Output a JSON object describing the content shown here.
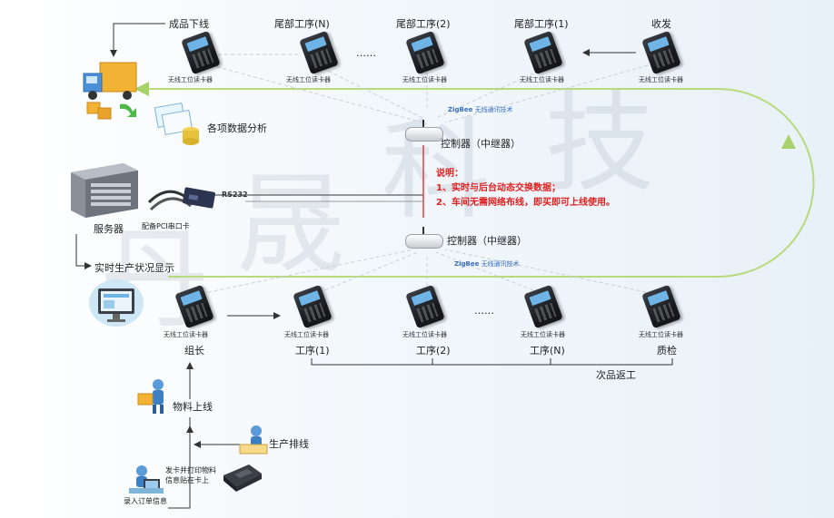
{
  "labels": {
    "finished_goods_off_line": "成品下线",
    "tail_process_n": "尾部工序(N)",
    "tail_process_2": "尾部工序(2)",
    "tail_process_1": "尾部工序(1)",
    "receiving": "收发",
    "ellipsis_top": "……",
    "ellipsis_bottom": "……",
    "data_analysis": "各项数据分析",
    "controller_top": "控制器（中继器）",
    "controller_mid": "控制器（中继器）",
    "zigbee_word": "ZigBee",
    "zigbee_text": "无线通讯技术",
    "rs232": "RS232",
    "server": "服务器",
    "pci_card": "配备PCI串口卡",
    "realtime_display": "实时生产状况显示",
    "team_leader": "组长",
    "process_1": "工序(1)",
    "process_2": "工序(2)",
    "process_n": "工序(N)",
    "quality_check": "质检",
    "defect_rework": "次品返工",
    "material_on_line": "物料上线",
    "production_schedule": "生产排线",
    "issue_card_line1": "发卡并打印物料",
    "issue_card_line2": "信息贴在卡上",
    "order_entry": "录入订单信息",
    "reader_caption": "无线工位读卡器",
    "reader_caption_variant": "无线工位读卡器"
  },
  "notes": {
    "title": "说明：",
    "item1": "1、实时与后台动态交换数据；",
    "item2": "2、车间无需网络布线，即买即可上线使用。"
  },
  "watermark": [
    "丹",
    "晟",
    "科",
    "技"
  ],
  "colors": {
    "zigbee_loop": "#a9d36a",
    "note_red": "#e01f1f",
    "line": "#333333",
    "dashed": "#c9ced6"
  }
}
